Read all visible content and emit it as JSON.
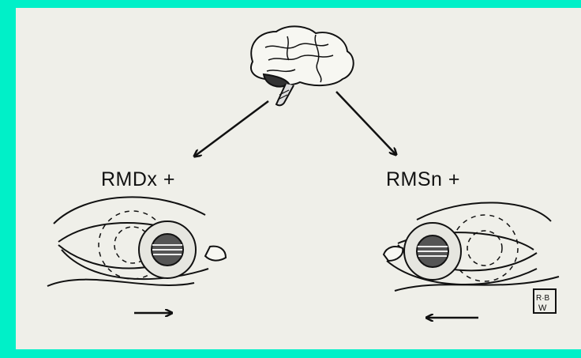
{
  "labels": {
    "left_eye": "RMDx +",
    "right_eye": "RMSn +"
  },
  "signature": "R·B W",
  "colors": {
    "frame": "#00f0c8",
    "paper": "#efefe9",
    "ink": "#111111"
  },
  "icons": [
    "brain-icon",
    "arrow-icon",
    "eye-icon"
  ]
}
